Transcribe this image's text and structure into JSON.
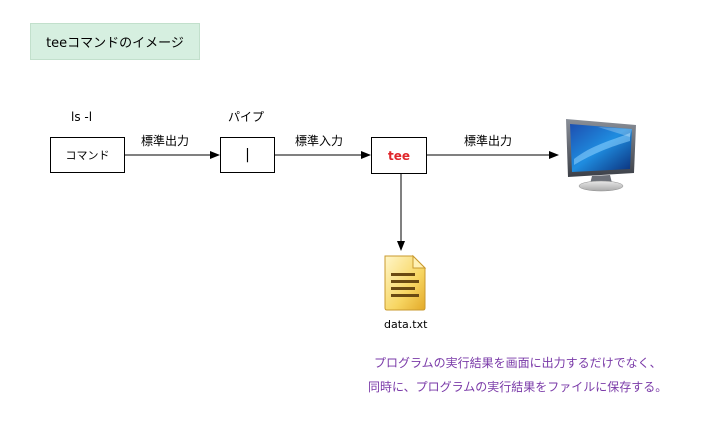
{
  "title": "teeコマンドのイメージ",
  "nodes": {
    "command_top_label": "ls -l",
    "command_box": "コマンド",
    "pipe_top_label": "パイプ",
    "pipe_box": "|",
    "tee_box": "tee",
    "file_label": "data.txt"
  },
  "edges": {
    "cmd_to_pipe": "標準出力",
    "pipe_to_tee": "標準入力",
    "tee_to_monitor": "標準出力"
  },
  "caption": {
    "line1": "プログラムの実行結果を画面に出力するだけでなく、",
    "line2": "同時に、プログラムの実行結果をファイルに保存する。"
  },
  "colors": {
    "title_bg": "#d6efe0",
    "tee_text": "#e0262b",
    "caption_text": "#7a3aa8"
  },
  "icons": {
    "monitor": "monitor-icon",
    "file": "document-file-icon"
  }
}
